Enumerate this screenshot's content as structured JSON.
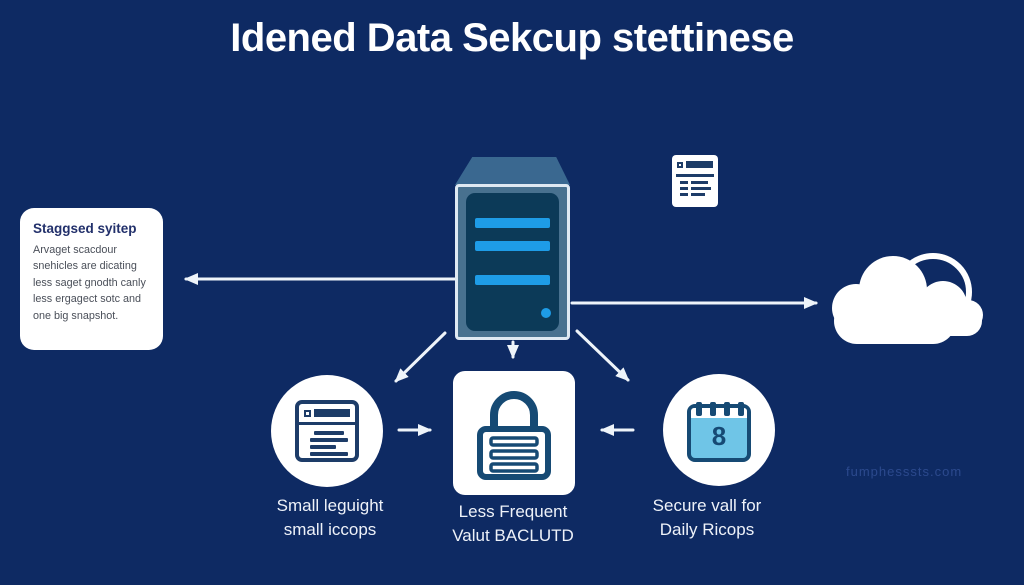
{
  "title": "Idened Data Sekcup stettinese",
  "card": {
    "title": "Staggsed syitep",
    "body_lines": [
      "Arvaget scacdour",
      "snehicles are dicating",
      "less saget gnodth canly",
      "less ergagect sotc and",
      "one big snapshot."
    ]
  },
  "captions": {
    "left": [
      "Small leguight",
      "small iccops"
    ],
    "center": [
      "Less Frequent",
      "Valut BACLUTD"
    ],
    "right": [
      "Secure vall for",
      "Daily Ricops"
    ]
  },
  "calendar": {
    "day": "8"
  },
  "watermark": "fumphesssts.com",
  "icons": {
    "center": "server-tower-icon",
    "top_right": "browser-window-icon",
    "right": "cloud-icon",
    "bottom_left": "browser-window-icon",
    "bottom_center": "padlock-icon",
    "bottom_right": "calendar-icon"
  },
  "colors": {
    "background": "#0e2a63",
    "accent_blue": "#1e9ce7",
    "icon_navy": "#164a74",
    "browser_navy": "#1d3c68",
    "server_top": "#3a6890",
    "server_body": "#48718f",
    "server_panel": "#0c3a58",
    "calendar_fill": "#6fc5e7",
    "card_title": "#22306b",
    "card_text": "#4a4f59",
    "arrow": "#eef4fa",
    "caption": "#eef2f9"
  }
}
